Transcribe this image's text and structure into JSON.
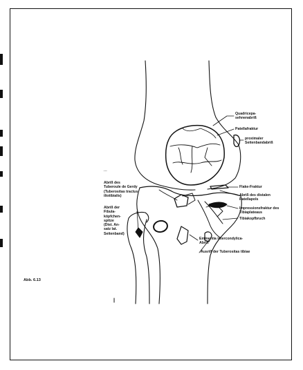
{
  "caption": "Abb. 6.13",
  "handwritten_note": "...",
  "labels": {
    "quadriceps": "Quadricepa-\nsehnenabriß",
    "patella_fracture": "Patellafraktur",
    "proximal_lateral": "proximaler\nSeitenbandabriß",
    "flake_fracture": "Flake-Fraktur",
    "distal_patellar": "Abriß des distalen\nPatellapols",
    "impression_fracture": "Impressionsfraktur des\nTibiaplateaus",
    "tibial_head": "Tibiakopfbruch",
    "eminentia": "Eminentia intercondylica-\nAbriß",
    "tuberositas": "Ausriß der Tuberositas tibiae",
    "gerdy": "Abriß des\nTuberoule de Gerdy\n(Tuberositas tractus\niliotibialis)",
    "fibula": "Abriß der\nFibula-\nköpfchen-\nspitze\n(Dist. An-\nsatz lat.\nSeitenband)"
  },
  "colors": {
    "ink": "#111111",
    "paper": "#ffffff"
  }
}
